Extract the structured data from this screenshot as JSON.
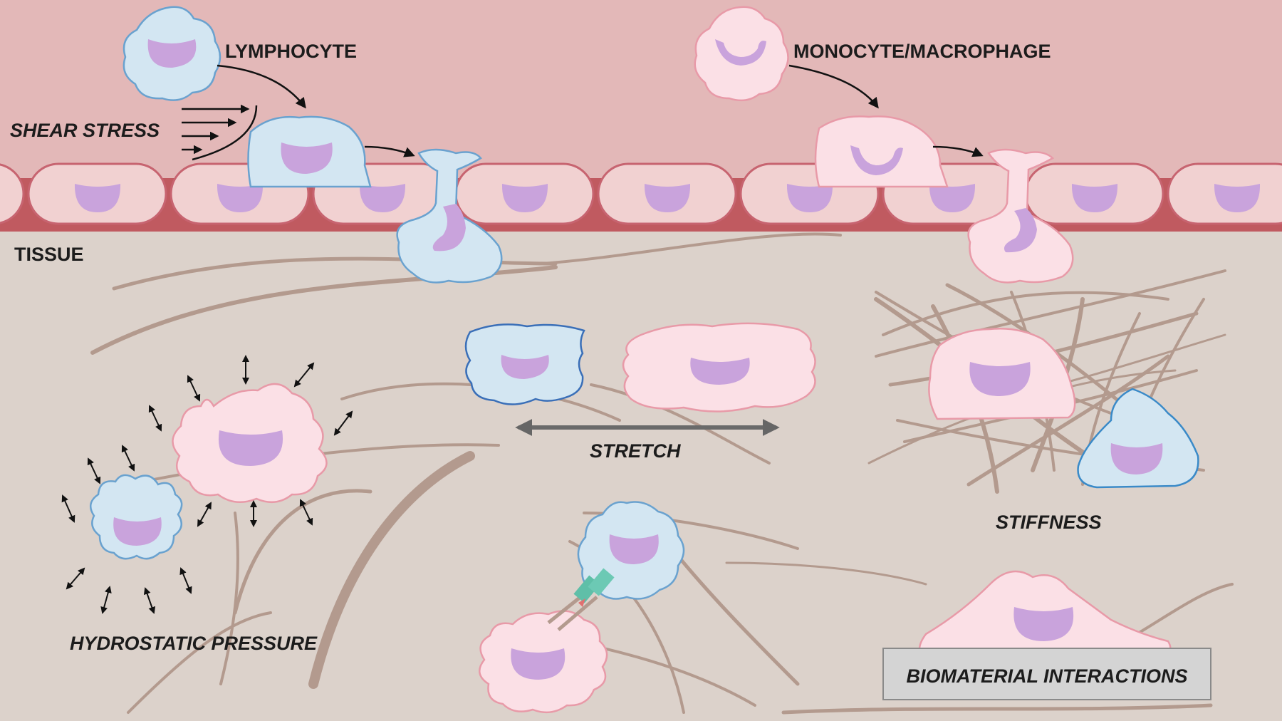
{
  "labels": {
    "lymphocyte": "LYMPHOCYTE",
    "monocyte_macrophage": "MONOCYTE/MACROPHAGE",
    "shear_stress": "SHEAR STRESS",
    "tissue": "TISSUE",
    "stretch": "STRETCH",
    "stiffness": "STIFFNESS",
    "hydrostatic_pressure": "HYDROSTATIC PRESSURE",
    "biomaterial_interactions": "BIOMATERIAL INTERACTIONS"
  },
  "colors": {
    "vessel_lumen": "#e3b8b8",
    "endothelium_base": "#c05a60",
    "endothelial_cell": "#f1d1d1",
    "tissue": "#dcd2cb",
    "fiber": "#b39a8e",
    "lymphocyte_fill": "#d3e6f2",
    "lymphocyte_outline": "#6aa2cf",
    "macrophage_fill": "#fbe0e6",
    "macrophage_outline": "#e89aa8",
    "nucleus": "#c9a3dc",
    "receptor": "#5fbfa8",
    "arrow": "#111111",
    "stretch_arrow": "#6a6a6a"
  }
}
